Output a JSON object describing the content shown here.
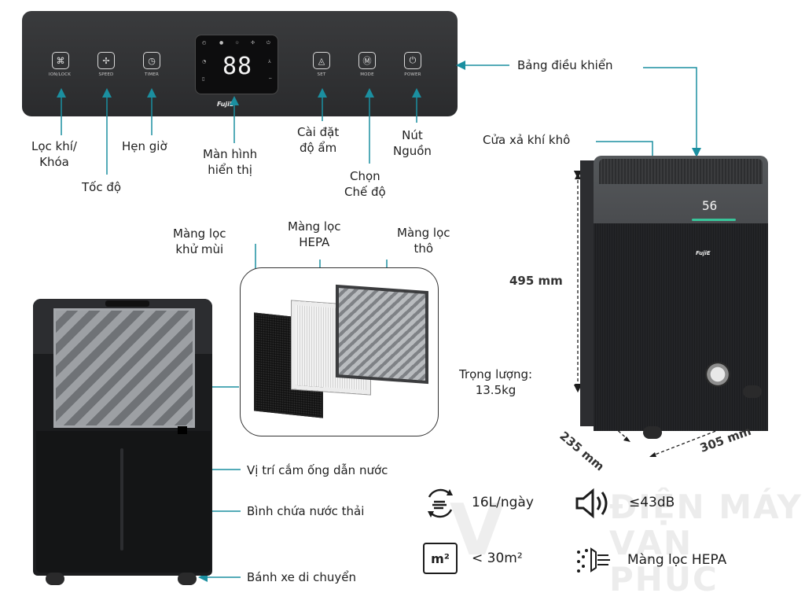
{
  "panel": {
    "buttons": [
      {
        "label": "ION/LOCK",
        "icon": "ion-lock-icon"
      },
      {
        "label": "SPEED",
        "icon": "fan-icon"
      },
      {
        "label": "TIMER",
        "icon": "clock-icon"
      },
      {
        "label": "SET",
        "icon": "humidity-set-icon"
      },
      {
        "label": "MODE",
        "icon": "mode-m-icon"
      },
      {
        "label": "POWER",
        "icon": "power-icon"
      }
    ],
    "display_value": "88",
    "brand": "FujiE"
  },
  "callouts": {
    "panel_label": "Bảng điều khiển",
    "ion_lock": [
      "Lọc khí/",
      "Khóa"
    ],
    "speed": "Tốc độ",
    "timer": "Hẹn giờ",
    "display": [
      "Màn hình",
      "hiển thị"
    ],
    "set": [
      "Cài đặt",
      "độ ẩm"
    ],
    "mode": [
      "Chọn",
      "Chế độ"
    ],
    "power": [
      "Nút",
      "Nguồn"
    ],
    "exhaust": "Cửa xả khí khô"
  },
  "filters": {
    "deodor": [
      "Màng lọc",
      "khử mùi"
    ],
    "hepa": [
      "Màng lọc",
      "HEPA"
    ],
    "coarse": [
      "Màng lọc",
      "thô"
    ]
  },
  "device_right": {
    "display_value": "56",
    "brand": "FujiE",
    "height": "495 mm",
    "depth": "235 mm",
    "width": "305 mm",
    "weight": [
      "Trọng lượng:",
      "13.5kg"
    ]
  },
  "device_left": {
    "pipe_position": "Vị trí cắm ống dẫn nước",
    "tank": "Bình chứa nước thải",
    "wheels": "Bánh xe di chuyển"
  },
  "features": {
    "capacity": "16L/ngày",
    "noise": "≤43dB",
    "area": "< 30m²",
    "area_icon_text": "m²",
    "filter": "Màng lọc HEPA"
  },
  "watermark": [
    "ĐIỆN MÁY",
    "VẠN PHÚC"
  ],
  "colors": {
    "accent_line": "#1b8fa0",
    "panel": "#2f3032"
  }
}
